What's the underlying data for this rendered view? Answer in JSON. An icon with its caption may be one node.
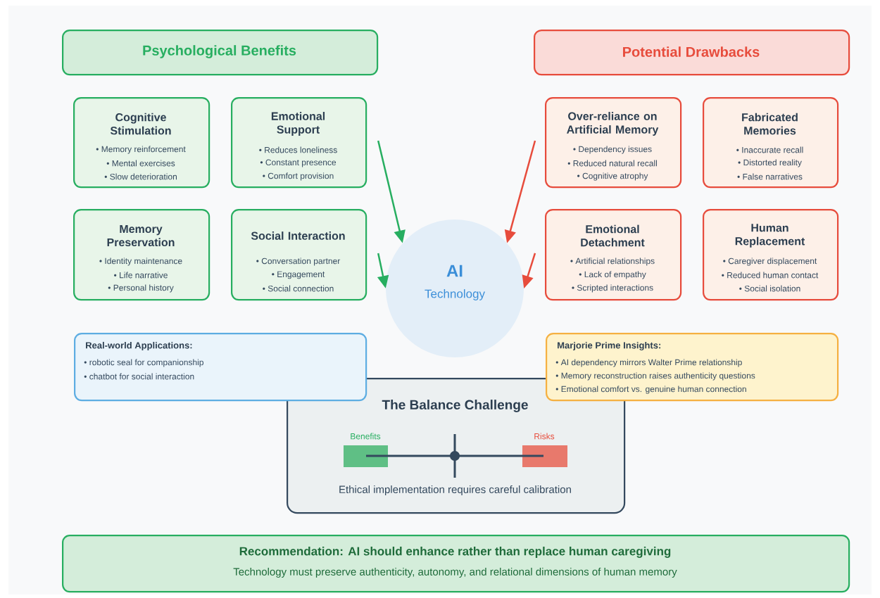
{
  "diagram": {
    "nodes": [
      {
        "text": [
          "Psychological Benefits"
        ]
      },
      {
        "text": [
          "Cognitive Stimulation",
          "• Memory reinforcement",
          "• Mental exercises",
          "• Slow deterioration"
        ]
      },
      {
        "text": [
          "Emotional Support",
          "• Reduces loneliness",
          "• Constant presence",
          "• Comfort provision"
        ]
      },
      {
        "text": [
          "Memory Preservation",
          "• Identity maintenance",
          "• Life narrative",
          "• Personal history"
        ]
      },
      {
        "text": [
          "Social Interaction",
          "• Conversation partner",
          "• Engagement",
          "• Social connection"
        ]
      },
      {
        "text": [
          "Potential Drawbacks"
        ]
      },
      {
        "text": [
          "Over-reliance on Artificial Memory",
          "• Dependency issues",
          "• Reduced natural recall",
          "• Cognitive atrophy"
        ]
      },
      {
        "text": [
          "Fabricated Memories",
          "• Inaccurate recall",
          "• Distorted reality",
          "• False narratives"
        ]
      },
      {
        "text": [
          "Emotional Detachment",
          "• Artificial relationships",
          "• Lack of empathy",
          "• Scripted interactions"
        ]
      },
      {
        "text": [
          "Human Replacement",
          "• Caregiver displacement",
          "• Reduced human contact",
          "• Social isolation"
        ]
      },
      {
        "text": [
          "AI",
          "Technology"
        ]
      },
      {
        "text": [
          "Real-world Applications:",
          "• robotic seal for companionship",
          "• chatbot for social interaction"
        ]
      },
      {
        "text": [
          "Marjorie Prime Insights:",
          "• AI dependency mirrors Walter Prime relationship",
          "• Memory reconstruction raises authenticity questions",
          "• Emotional comfort vs. genuine human connection"
        ]
      },
      {
        "text": [
          "The Balance Challenge",
          "Ethical implementation requires careful calibration"
        ]
      },
      {
        "text": [
          "Recommendation: AI should enhance rather than replace human caregiving",
          "Technology must preserve authenticity, autonomy, and relational dimensions of human memory"
        ]
      }
    ],
    "edges": [
      {
        "from": 2,
        "to": 10,
        "arrow": "to",
        "color": "#27ae60"
      },
      {
        "from": 4,
        "to": 10,
        "arrow": "to",
        "color": "#27ae60"
      },
      {
        "from": 6,
        "to": 10,
        "arrow": "to",
        "color": "#e74c3c"
      },
      {
        "from": 8,
        "to": 10,
        "arrow": "to",
        "color": "#e74c3c"
      }
    ],
    "labels": [
      "Benefits",
      "Risks"
    ]
  }
}
